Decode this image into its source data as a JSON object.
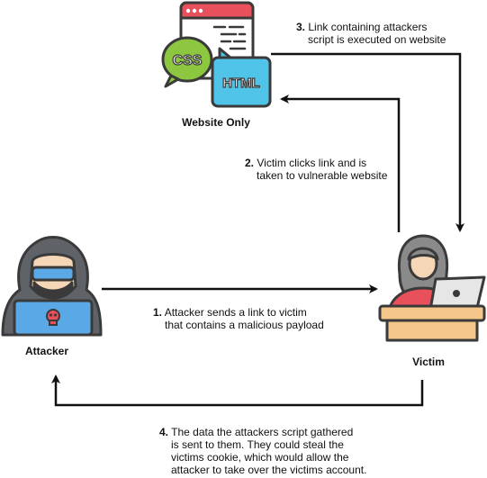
{
  "nodes": {
    "website": {
      "label": "Website Only",
      "css_text": "CSS",
      "html_text": "HTML"
    },
    "attacker": {
      "label": "Attacker"
    },
    "victim": {
      "label": "Victim"
    }
  },
  "steps": [
    {
      "num": "1.",
      "lines": [
        "Attacker sends a link to victim",
        "that contains a malicious payload"
      ]
    },
    {
      "num": "2.",
      "lines": [
        "Victim clicks link and is",
        "taken to vulnerable website"
      ]
    },
    {
      "num": "3.",
      "lines": [
        "Link containing attackers",
        "script is executed on website"
      ]
    },
    {
      "num": "4.",
      "lines": [
        "The data the attackers script gathered",
        "is sent to them. They could steal the",
        "victims cookie, which would allow the",
        "attacker to take over the victims account."
      ]
    }
  ],
  "colors": {
    "arrow": "#111111",
    "outline": "#3a3a3a",
    "css_green": "#8dc63f",
    "html_blue": "#4fc3e8",
    "browser_red": "#e8505b",
    "hood_gray": "#5f6368",
    "skull_blue": "#5aa9e6",
    "skull_red": "#e8505b",
    "victim_shirt": "#e8505b",
    "victim_hair": "#8a8a8a",
    "desk": "#f4c68a",
    "laptop": "#e6e6e6"
  }
}
